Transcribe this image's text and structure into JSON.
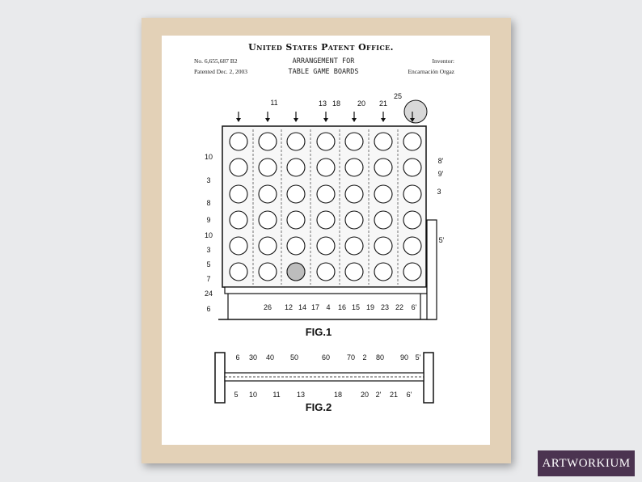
{
  "patent": {
    "office": "United States Patent Office.",
    "number": "No. 6,655,687 B2",
    "date": "Patented Dec. 2, 2003",
    "title_line1": "ARRANGEMENT FOR",
    "title_line2": "TABLE GAME BOARDS",
    "inventor_label": "Inventor:",
    "inventor_name": "Encarnación Orgaz"
  },
  "figures": {
    "fig1_caption": "FIG.1",
    "fig2_caption": "FIG.2",
    "fig1_labels_top": [
      "11",
      "13",
      "18",
      "20",
      "21",
      "25"
    ],
    "fig1_labels_left": [
      "10",
      "3",
      "8",
      "9",
      "10",
      "3",
      "5",
      "7",
      "24",
      "6"
    ],
    "fig1_labels_right": [
      "8'",
      "9'",
      "3",
      "5'"
    ],
    "fig1_labels_bottom": [
      "26",
      "12",
      "14",
      "17",
      "4",
      "16",
      "15",
      "19",
      "23",
      "22",
      "6'"
    ],
    "fig2_labels_top": [
      "6",
      "30",
      "40",
      "50",
      "60",
      "70",
      "2",
      "80",
      "90",
      "5'"
    ],
    "fig2_labels_bottom": [
      "5",
      "10",
      "11",
      "13",
      "18",
      "20",
      "2'",
      "21",
      "6'"
    ]
  },
  "brand": {
    "logo_text": "ARTWORKIUM"
  }
}
